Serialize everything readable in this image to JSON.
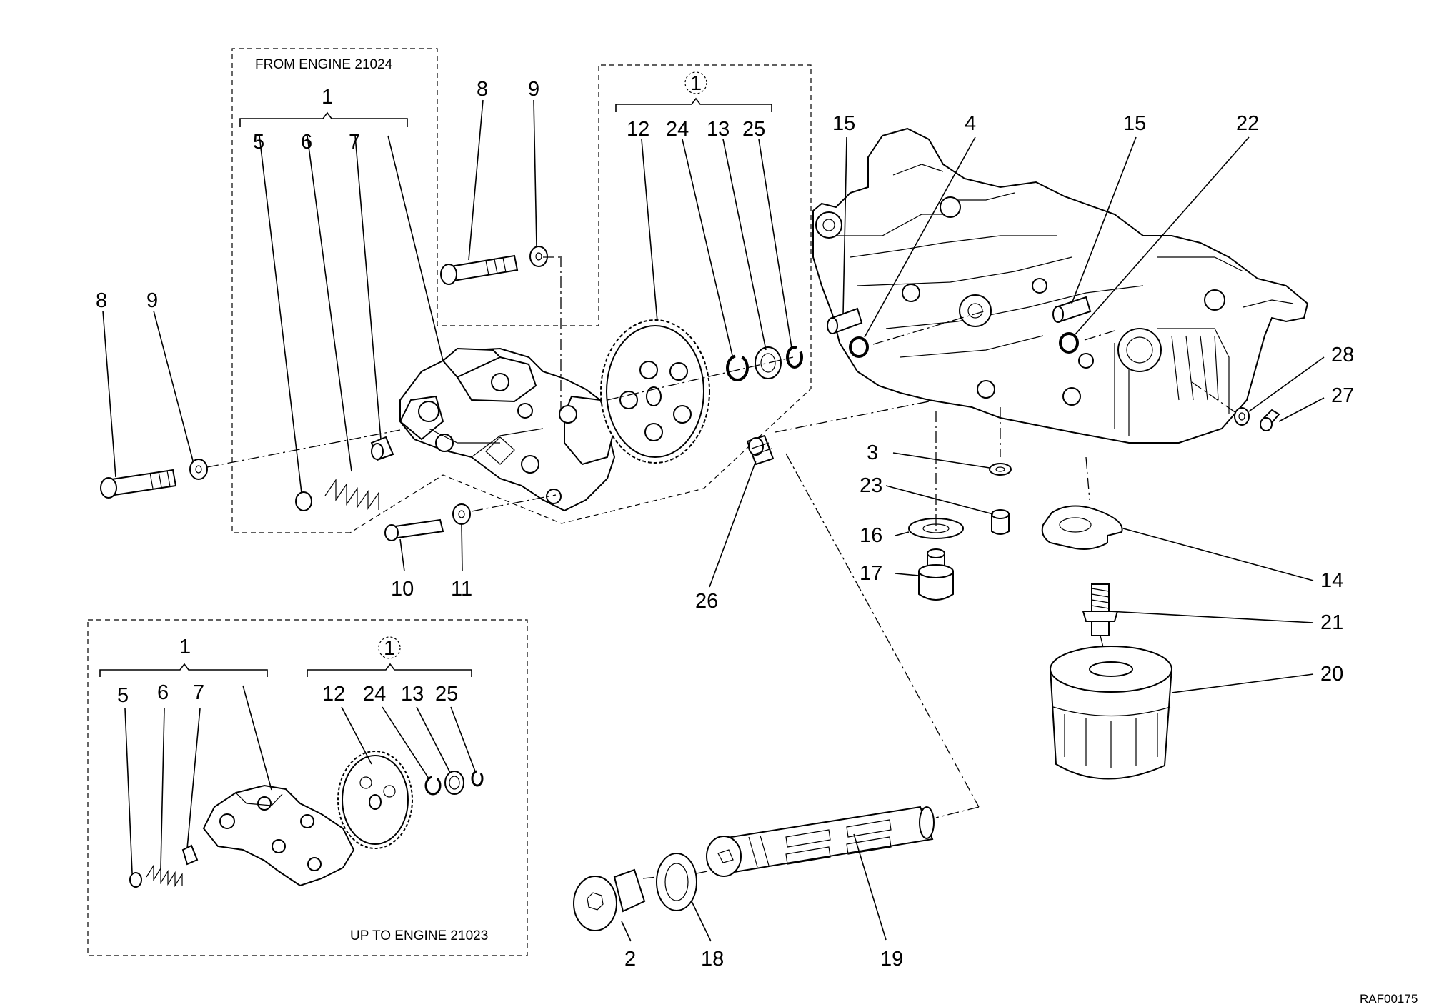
{
  "diagram": {
    "title": "",
    "group_labels": {
      "from_engine": "FROM ENGINE 21024",
      "up_to_engine": "UP TO ENGINE 21023",
      "kit_main": "1",
      "kit_gear": "1"
    },
    "reference_code": "RAF00175",
    "callouts": {
      "c5a": "5",
      "c6a": "6",
      "c7a": "7",
      "c8a": "8",
      "c9a": "9",
      "c8b": "8",
      "c9b": "9",
      "c12a": "12",
      "c24a": "24",
      "c13a": "13",
      "c25a": "25",
      "c10": "10",
      "c11": "11",
      "c26": "26",
      "c15a": "15",
      "c4": "4",
      "c15b": "15",
      "c22": "22",
      "c28": "28",
      "c27": "27",
      "c3": "3",
      "c23": "23",
      "c16": "16",
      "c17": "17",
      "c14": "14",
      "c21": "21",
      "c20": "20",
      "c5b": "5",
      "c6b": "6",
      "c7b": "7",
      "c12b": "12",
      "c24b": "24",
      "c13b": "13",
      "c25b": "25",
      "c2": "2",
      "c18": "18",
      "c19": "19"
    }
  }
}
